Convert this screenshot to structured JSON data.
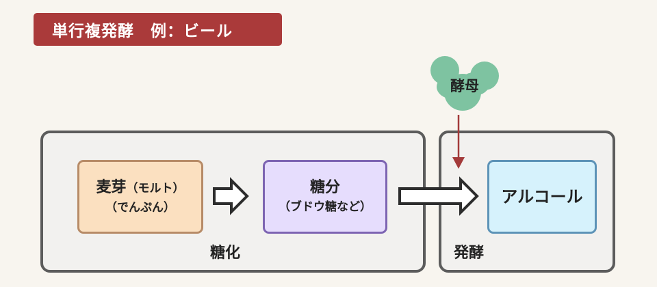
{
  "title": "単行複発酵　例：ビール",
  "groups": {
    "saccharification": "糖化",
    "fermentation": "発酵"
  },
  "nodes": {
    "malt": {
      "main": "麦芽",
      "sub": "（モルト）",
      "line2": "（でんぷん）"
    },
    "sugar": {
      "main": "糖分",
      "line2": "（ブドウ糖など）"
    },
    "alcohol": {
      "main": "アルコール"
    }
  },
  "yeast": {
    "label": "酵母"
  },
  "colors": {
    "title_bg": "#aa3a3a",
    "malt_fill": "#fbe0c0",
    "sugar_fill": "#e6ddfd",
    "alcohol_fill": "#d6f2fc",
    "yeast": "#7ec3a1",
    "yeast_arrow": "#a33a3a"
  }
}
